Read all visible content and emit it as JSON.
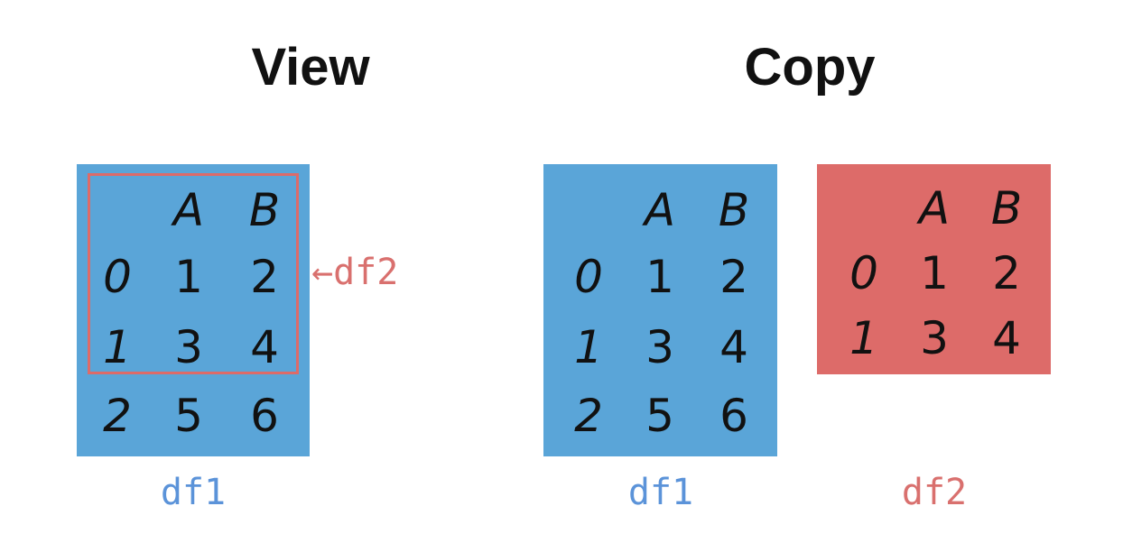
{
  "colors": {
    "df1_fill": "#5aa5d8",
    "df2_fill": "#dd6b69",
    "df1_label": "#5b93d9",
    "df2_label": "#d9706e",
    "text": "#111111"
  },
  "view": {
    "title": "View",
    "df1": {
      "columns": [
        "",
        "A",
        "B"
      ],
      "rows": [
        [
          "0",
          "1",
          "2"
        ],
        [
          "1",
          "3",
          "4"
        ],
        [
          "2",
          "5",
          "6"
        ]
      ],
      "label": "df1"
    },
    "df2_pointer": "←df2"
  },
  "copy": {
    "title": "Copy",
    "df1": {
      "columns": [
        "",
        "A",
        "B"
      ],
      "rows": [
        [
          "0",
          "1",
          "2"
        ],
        [
          "1",
          "3",
          "4"
        ],
        [
          "2",
          "5",
          "6"
        ]
      ],
      "label": "df1"
    },
    "df2": {
      "columns": [
        "",
        "A",
        "B"
      ],
      "rows": [
        [
          "0",
          "1",
          "2"
        ],
        [
          "1",
          "3",
          "4"
        ]
      ],
      "label": "df2"
    }
  }
}
